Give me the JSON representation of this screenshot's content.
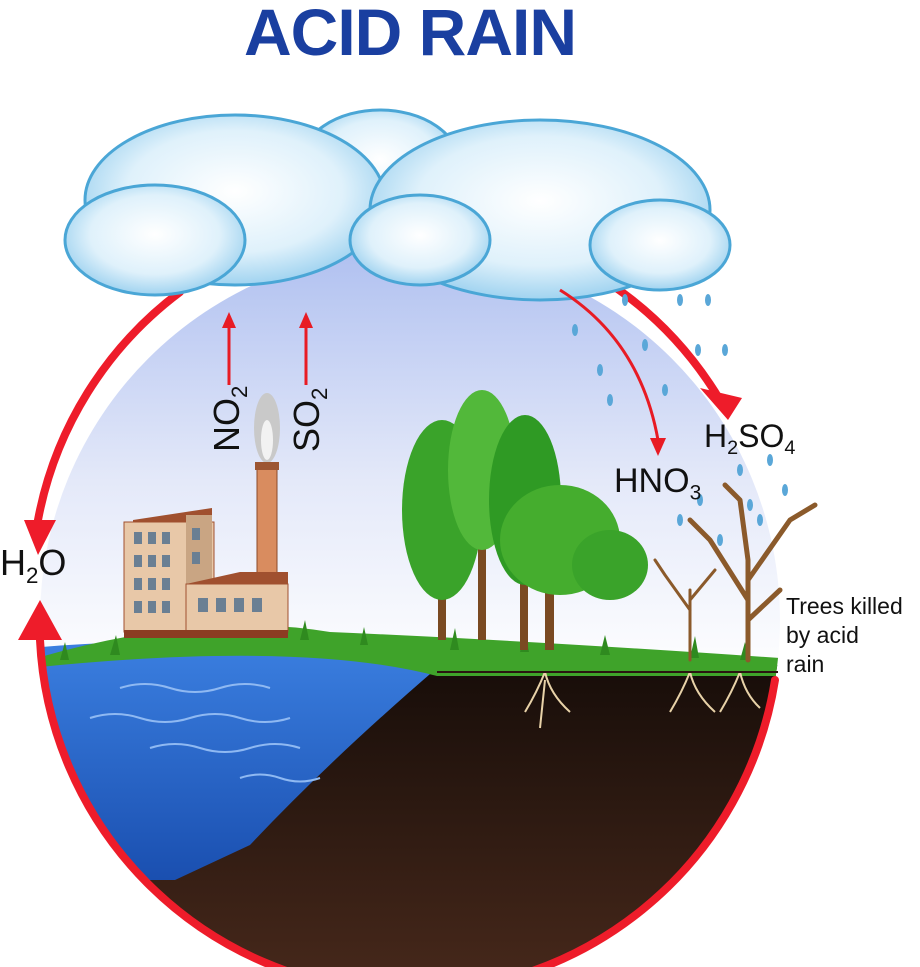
{
  "title": "ACID RAIN",
  "colors": {
    "title": "#1a3fa0",
    "cycle_arrow": "#ee1c2a",
    "water": "#1f5fc4",
    "soil": "#2a1610",
    "grass": "#3fa32a",
    "sky_top": "#b9c6f0",
    "cloud": "#d6ecfa",
    "cloud_edge": "#4aa6d6"
  },
  "labels": {
    "no2": {
      "base": "NO",
      "sub": "2"
    },
    "so2": {
      "base": "SO",
      "sub": "2"
    },
    "h2o": {
      "pre": "H",
      "sub": "2",
      "post": "O"
    },
    "hno3": {
      "base": "HNO",
      "sub": "3"
    },
    "h2so4": {
      "pre": "H",
      "sub1": "2",
      "mid": "SO",
      "sub2": "4"
    },
    "trees_killed": [
      "Trees killed",
      "by acid",
      "rain"
    ]
  },
  "icons": [
    "cloud-icon",
    "factory-icon",
    "smoke-icon",
    "tree-icon",
    "dead-tree-icon",
    "raindrop-icon",
    "cycle-arrow-icon"
  ]
}
